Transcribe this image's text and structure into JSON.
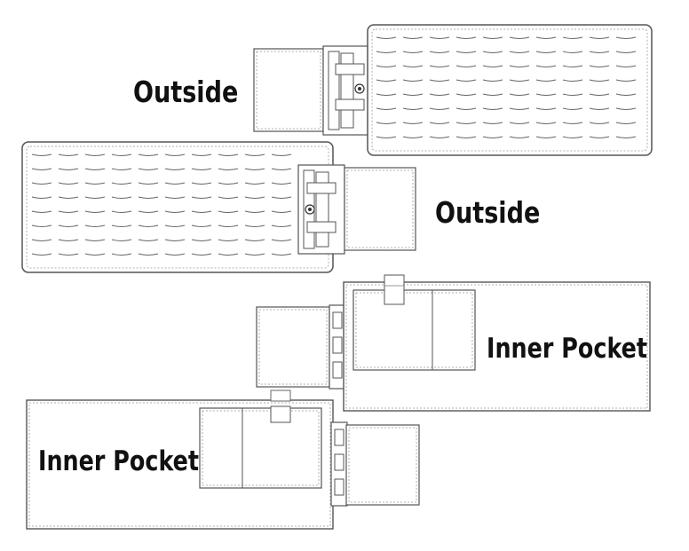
{
  "labels": {
    "outside_top": "Outside",
    "outside_middle": "Outside",
    "inner_pocket_right": "Inner Pocket",
    "inner_pocket_left": "Inner Pocket"
  },
  "colors": {
    "stroke": "#555555",
    "light_stroke": "#888888",
    "background": "#ffffff",
    "text": "#111111"
  }
}
